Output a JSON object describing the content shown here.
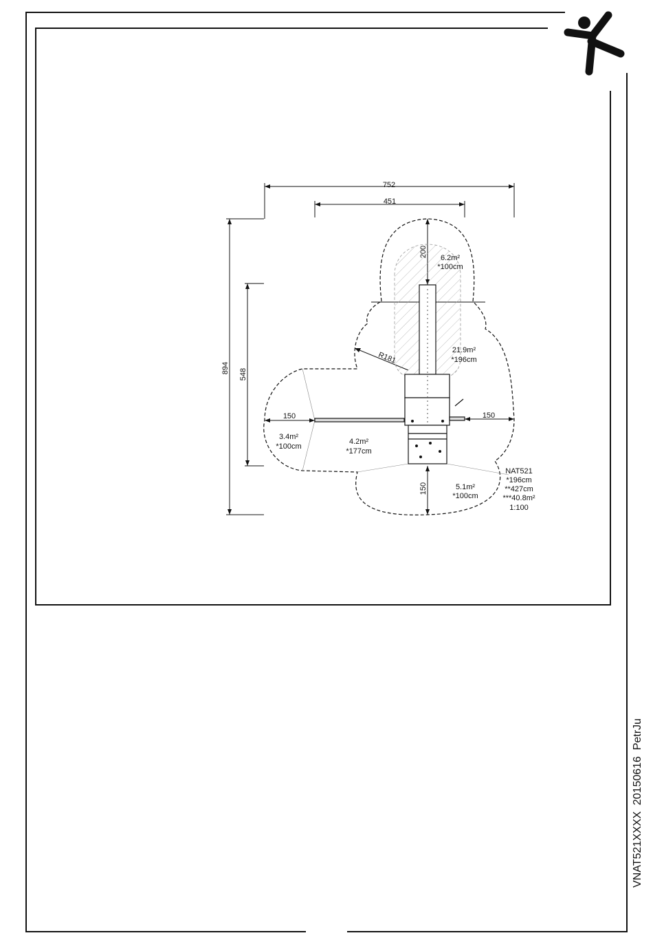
{
  "dimensions": {
    "overall_width": "752",
    "inner_width": "451",
    "overall_height": "894",
    "inner_height": "548",
    "top_clearance": "200",
    "left_clearance": "150",
    "right_clearance": "150",
    "bottom_clearance": "150",
    "radius": "R181"
  },
  "zones": {
    "top": {
      "area": "6.2m²",
      "height": "*100cm"
    },
    "center": {
      "area": "21.9m²",
      "height": "*196cm"
    },
    "left": {
      "area": "3.4m²",
      "height": "*100cm"
    },
    "middle": {
      "area": "4.2m²",
      "height": "*177cm"
    },
    "bottom": {
      "area": "5.1m²",
      "height": "*100cm"
    }
  },
  "product": {
    "code": "NAT521",
    "fall_height": "*196cm",
    "free_height": "**427cm",
    "safety_area": "***40.8m²",
    "scale": "1:100"
  },
  "footer": {
    "drawing_id": "VNAT521XXXX  20150616  PetrJu"
  },
  "logo": {
    "icon": "jumping-figure-logo",
    "color": "#111111"
  }
}
